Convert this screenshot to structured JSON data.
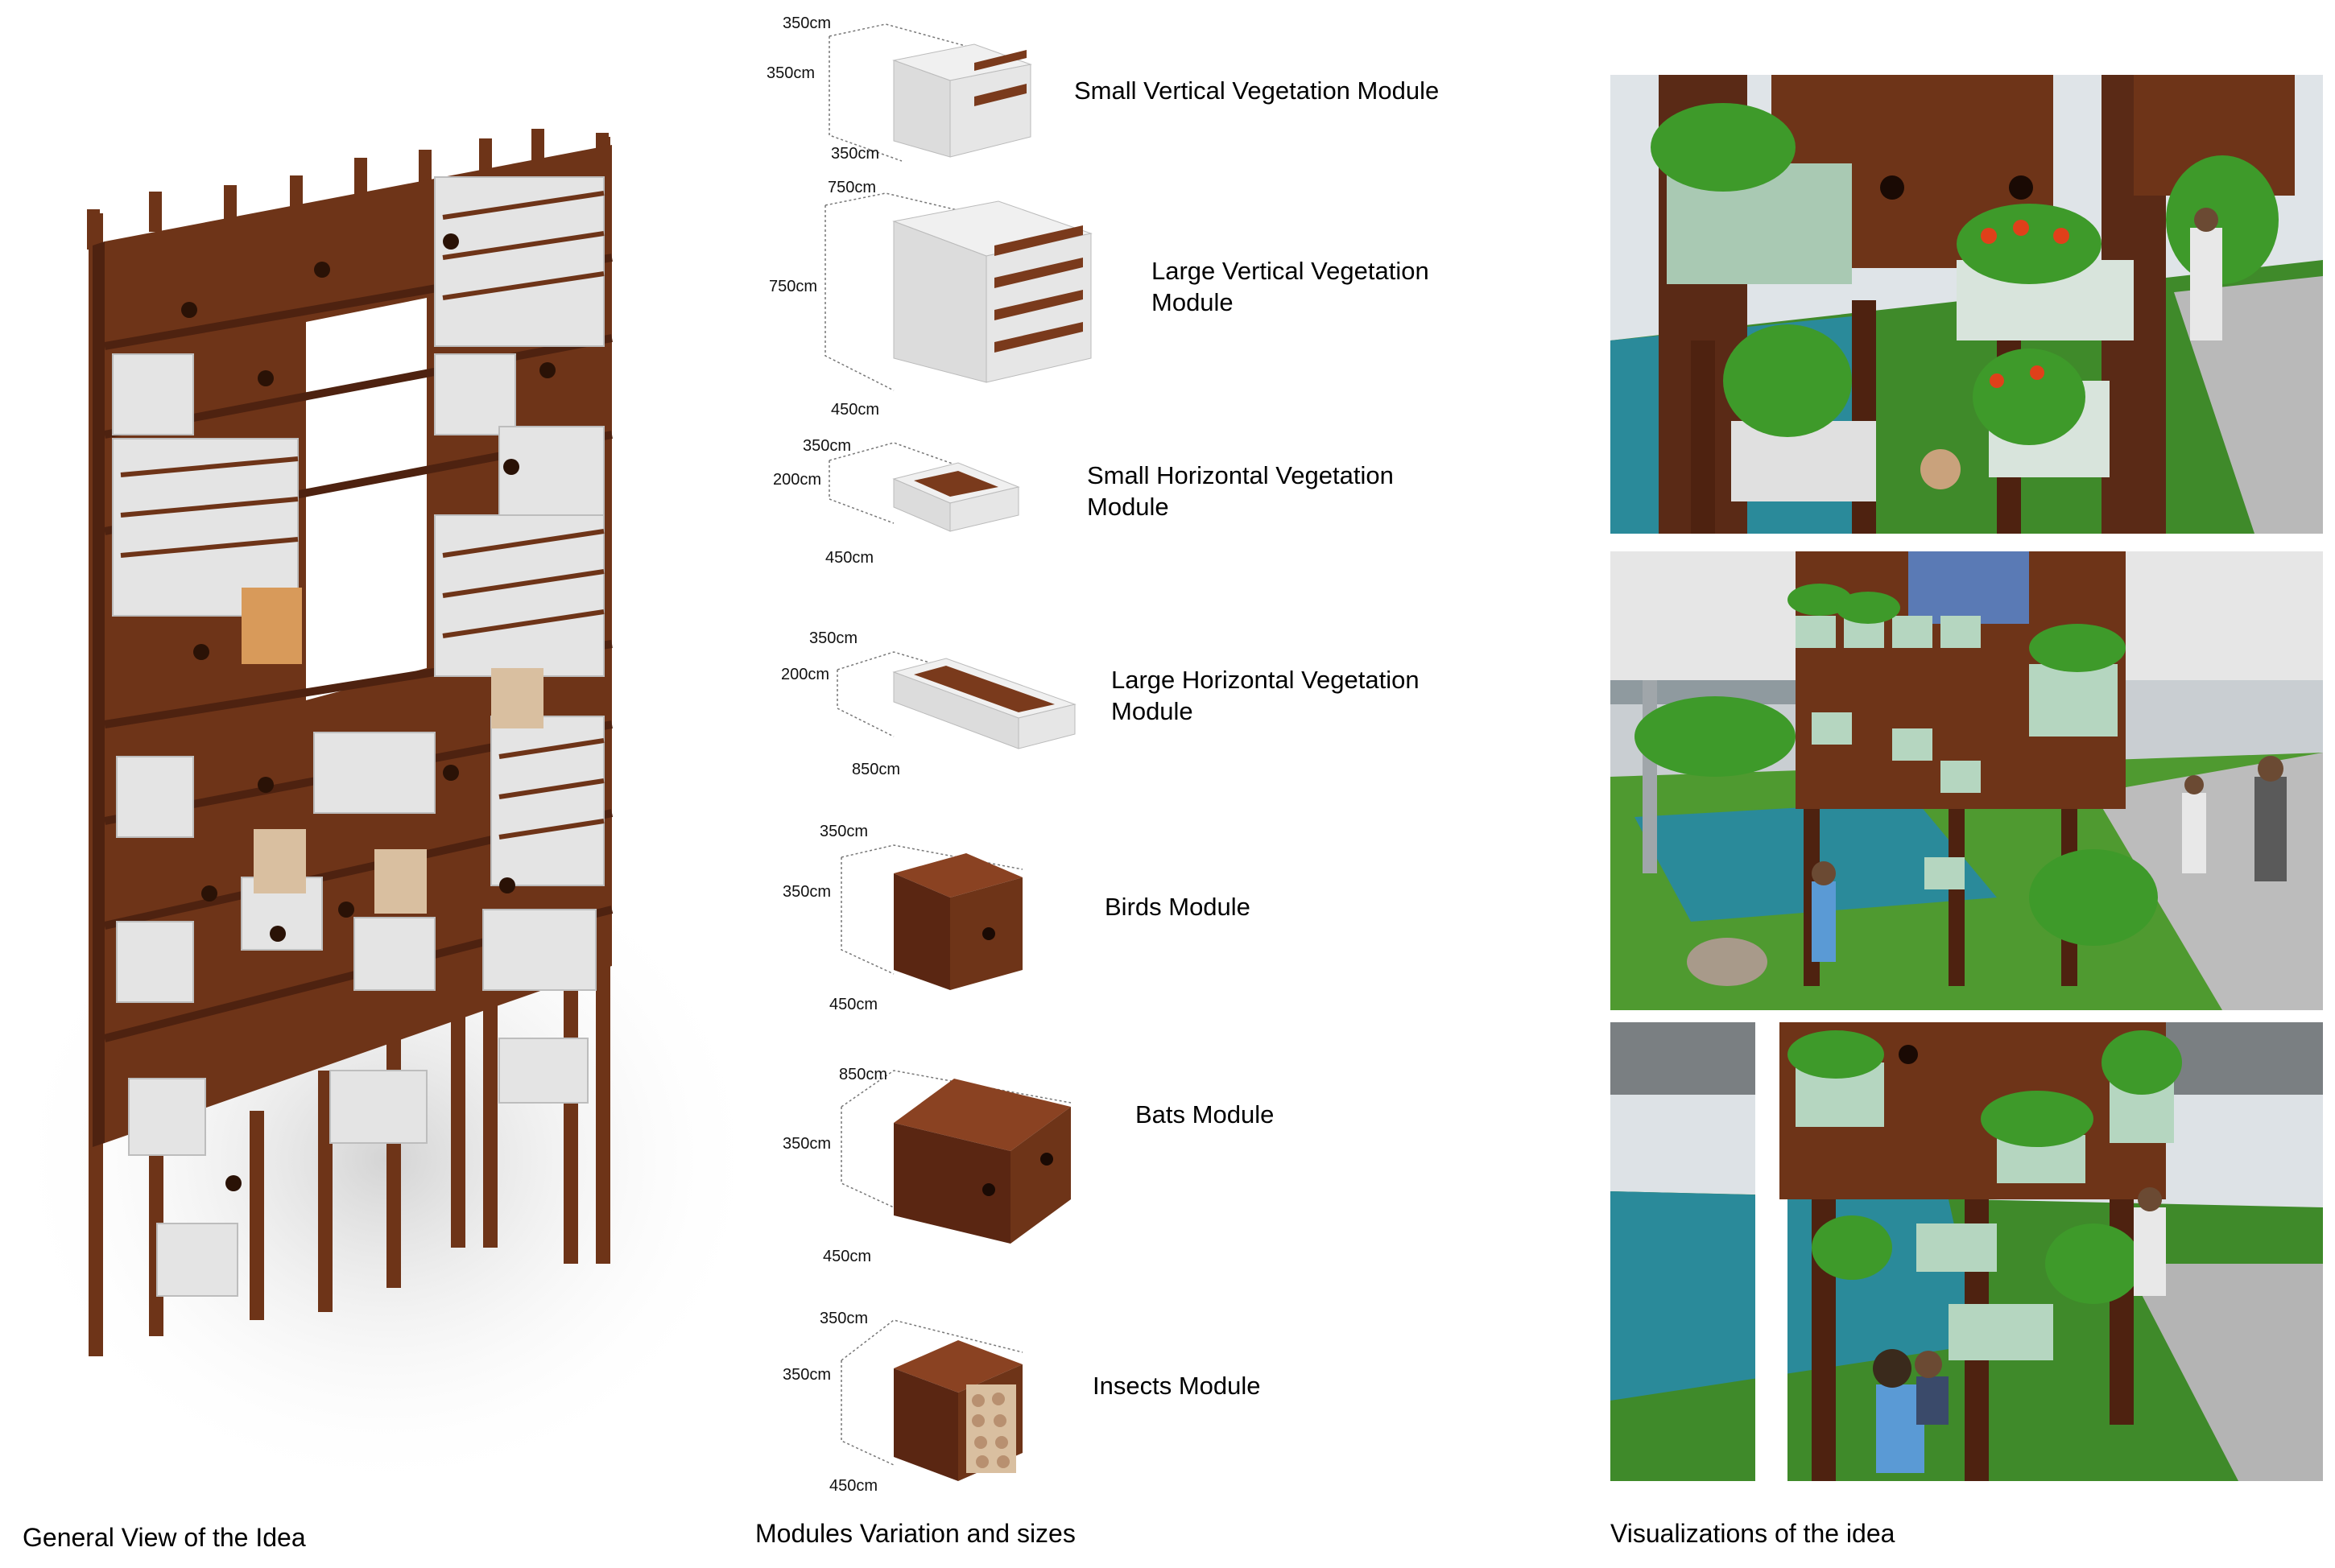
{
  "captions": {
    "general_view": "General View of the Idea",
    "modules": "Modules Variation and sizes",
    "visualizations": "Visualizations of the idea"
  },
  "modules": [
    {
      "name": "Small Vertical Vegetation Module",
      "dims": [
        "350cm",
        "350cm",
        "350cm"
      ]
    },
    {
      "name": "Large Vertical Vegetation Module",
      "name_lines": [
        "Large Vertical Vegetation",
        "Module"
      ],
      "dims": [
        "750cm",
        "750cm",
        "450cm"
      ]
    },
    {
      "name": "Small Horizontal Vegetation Module",
      "name_lines": [
        "Small Horizontal Vegetation",
        "Module"
      ],
      "dims": [
        "350cm",
        "200cm",
        "450cm"
      ]
    },
    {
      "name": "Large Horizontal Vegetation Module",
      "name_lines": [
        "Large Horizontal Vegetation",
        "Module"
      ],
      "dims": [
        "350cm",
        "200cm",
        "850cm"
      ]
    },
    {
      "name": "Birds Module",
      "dims": [
        "350cm",
        "350cm",
        "450cm"
      ]
    },
    {
      "name": "Bats Module",
      "dims": [
        "850cm",
        "350cm",
        "450cm"
      ]
    },
    {
      "name": "Insects Module",
      "dims": [
        "350cm",
        "350cm",
        "450cm"
      ]
    }
  ],
  "colors": {
    "wood": "#6e3418",
    "wood_dark": "#4e2210",
    "concrete": "#e4e4e4",
    "concrete_shade": "#c8c8c8",
    "grass": "#3f8a2a",
    "water": "#2a8a9a",
    "sky": "#dfe4e8"
  }
}
